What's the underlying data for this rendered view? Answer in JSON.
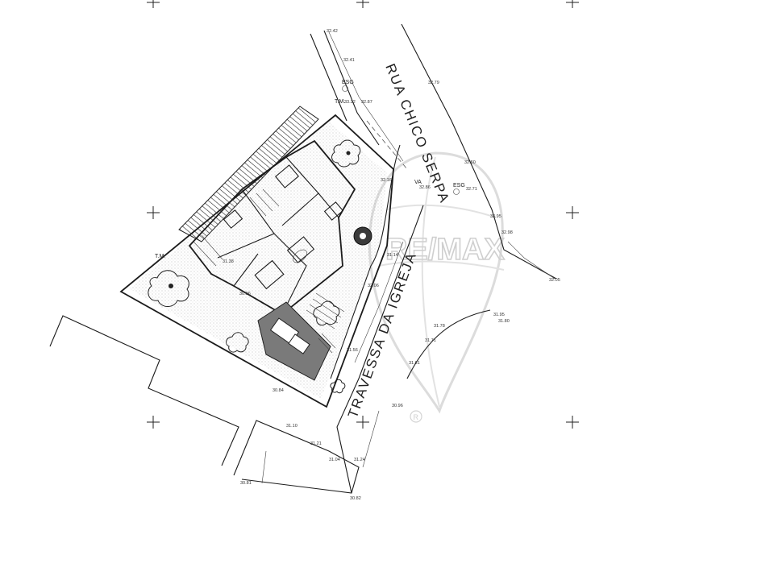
{
  "streets": {
    "rua": "RUA CHICO SERPA",
    "travessa": "TRAVESSA DA IGREJA"
  },
  "labels": {
    "esg_top": "ESG",
    "esg_right": "ESG",
    "tm_top": "T.M.",
    "tm_left": "T.M.",
    "va": "VA"
  },
  "watermark": {
    "brand": "RE/MAX",
    "registered": "R"
  },
  "levels": {
    "l01": "32.42",
    "l02": "32.41",
    "l03": "32.79",
    "l04": "32.87",
    "l05": "33.32",
    "l06": "32.60",
    "l07": "33.95",
    "l08": "32.98",
    "l09": "32.05",
    "l10": "32.86",
    "l11": "32.71",
    "l12": "31.95",
    "l13": "31.80",
    "l14": "31.78",
    "l15": "31.71",
    "l16": "31.61",
    "l17": "30.96",
    "l18": "31.21",
    "l19": "31.24",
    "l20": "31.04",
    "l21": "31.10",
    "l22": "30.81",
    "l23": "30.82",
    "l24": "30.84",
    "l25": "31.56",
    "l26": "32.06",
    "l27": "30.96",
    "l28": "31.38",
    "l29": "31.14",
    "l30": "32.16"
  }
}
